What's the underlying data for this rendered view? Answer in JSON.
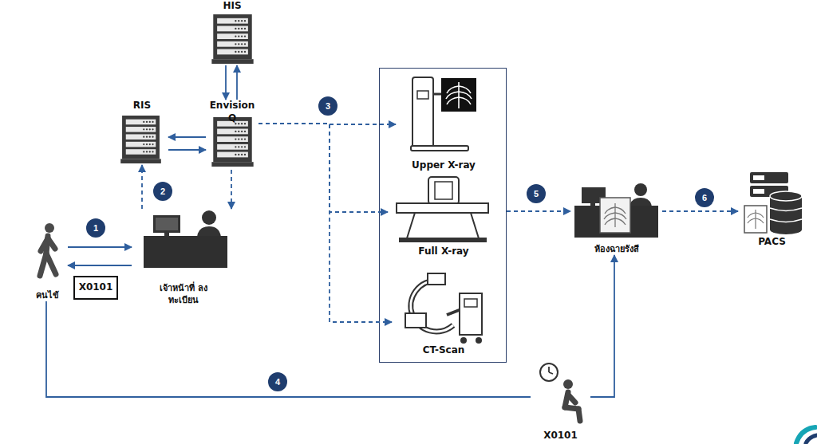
{
  "diagram": {
    "nodes": [
      {
        "text": [
          "HIS"
        ]
      },
      {
        "text": [
          "RIS"
        ]
      },
      {
        "text": [
          "Envision Q"
        ]
      },
      {
        "text": []
      },
      {
        "text": [
          "Upper X-ray"
        ],
        "in": 3
      },
      {
        "text": [
          "Full X-ray"
        ],
        "in": 3
      },
      {
        "text": [
          "CT-Scan"
        ],
        "in": 3
      },
      {
        "text": [
          "คนไข้"
        ]
      },
      {
        "text": [
          "X0101"
        ]
      },
      {
        "text": [
          "เจ้าหน้าที่ ลงทะเบียน"
        ]
      },
      {
        "text": [
          "ห้องฉายรังสี"
        ]
      },
      {
        "text": [
          "PACS"
        ]
      },
      {
        "text": [
          "X0101"
        ]
      }
    ],
    "edges": [
      {
        "from": 0,
        "to": 2,
        "arrow": "to"
      },
      {
        "from": 2,
        "to": 0,
        "arrow": "to"
      },
      {
        "from": 2,
        "to": 1,
        "arrow": "to"
      },
      {
        "from": 1,
        "to": 2,
        "arrow": "to"
      },
      {
        "from": 9,
        "to": 1,
        "arrow": "to"
      },
      {
        "from": 2,
        "to": 9,
        "arrow": "to"
      },
      {
        "from": 2,
        "to": 4,
        "arrow": "to"
      },
      {
        "from": 2,
        "to": 5,
        "arrow": "to"
      },
      {
        "from": 2,
        "to": 6,
        "arrow": "to"
      },
      {
        "from": 3,
        "to": 10,
        "arrow": "to"
      },
      {
        "from": 7,
        "to": 9,
        "arrow": "to"
      },
      {
        "from": 9,
        "to": 7,
        "arrow": "to"
      },
      {
        "from": 7,
        "to": 12,
        "arrow": "none"
      },
      {
        "from": 12,
        "to": 10,
        "arrow": "to"
      },
      {
        "from": 10,
        "to": 11,
        "arrow": "to"
      }
    ],
    "labels": [
      "1",
      "2",
      "3",
      "4",
      "5",
      "6"
    ]
  }
}
